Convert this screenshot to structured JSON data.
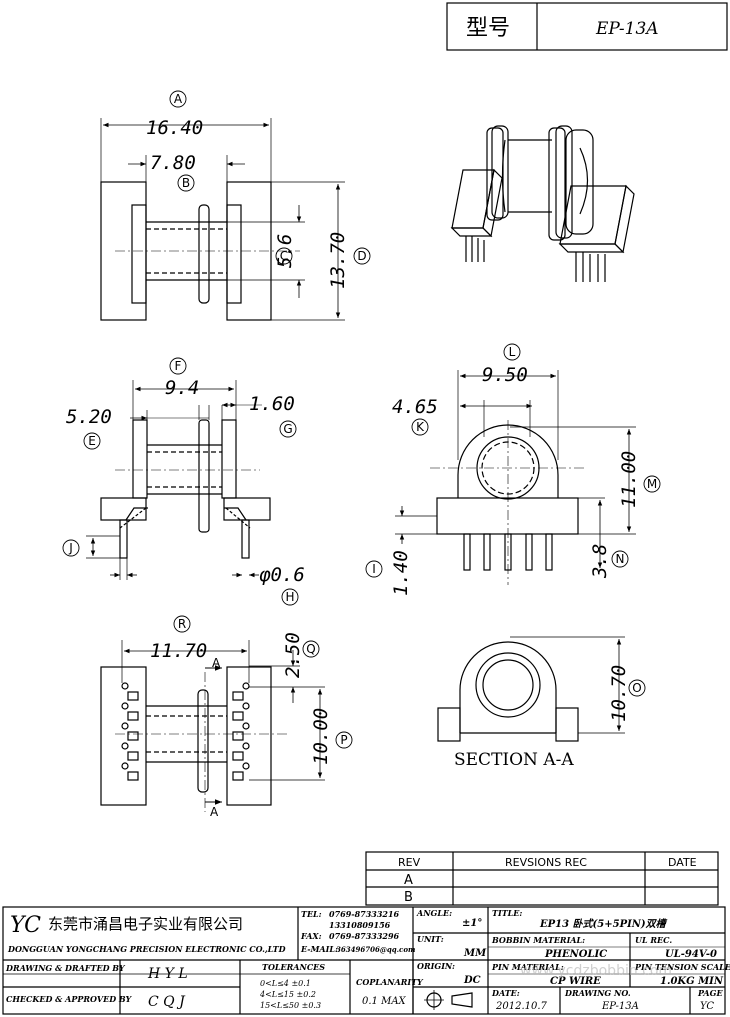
{
  "header": {
    "model_label": "型号",
    "model_value": "EP-13A"
  },
  "dimensions": {
    "A": "16.40",
    "B": "7.80",
    "C": "5.6",
    "D": "13.70",
    "E": "5.20",
    "F": "9.4",
    "G": "1.60",
    "H": "φ0.6",
    "I": "1.40",
    "J": "",
    "K": "4.65",
    "L": "9.50",
    "M": "11.00",
    "N": "3.8",
    "O": "10.70",
    "P": "10.00",
    "Q": "2.50",
    "R": "11.70"
  },
  "callouts": [
    "A",
    "B",
    "C",
    "D",
    "E",
    "F",
    "G",
    "H",
    "I",
    "J",
    "K",
    "L",
    "M",
    "N",
    "O",
    "P",
    "Q",
    "R"
  ],
  "section_label": "SECTION A-A",
  "cut_marker": "A",
  "revision": {
    "col_rev": "REV",
    "col_rec": "REVSIONS REC",
    "col_date": "DATE",
    "rows": [
      "A",
      "B"
    ]
  },
  "company": {
    "logo": "YC",
    "name_cn": "东莞市涌昌电子实业有限公司",
    "name_en": "DONGGUAN YONGCHANG PRECISION ELECTRONIC CO.,LTD",
    "tel_label": "TEL:",
    "tel": "0769-87333216",
    "tel2": "13310809156",
    "fax_label": "FAX:",
    "fax": "0769-87333296",
    "email_label": "E-MAIL:",
    "email": "363496706@qq.com"
  },
  "titleblock": {
    "angle_label": "ANGLE:",
    "angle": "±1°",
    "title_label": "TITLE:",
    "title": "EP13 卧式(5+5PIN)双槽",
    "unit_label": "UNIT:",
    "unit": "MM",
    "bobbin_label": "BOBBIN MATERIAL:",
    "bobbin": "PHENOLIC",
    "ul_label": "UL REC.",
    "ul": "UL-94V-0",
    "origin_label": "ORIGIN:",
    "origin": "DC",
    "pin_label": "PIN MATERIAL:",
    "pin": "CP WIRE",
    "tension_label": "PIN TENSION SCALE",
    "tension": "1.0KG MIN",
    "drawn_label": "DRAWING & DRAFTED BY",
    "drawn": "H Y L",
    "checked_label": "CHECKED & APPROVED BY",
    "checked": "C Q J",
    "tol_label": "TOLERANCES",
    "tol1": "0<L≤4   ±0.1",
    "tol2": "4<L≤15  ±0.2",
    "tol3": "15<L≤50  ±0.3",
    "coplan_label": "COPLANARITY",
    "coplan": "0.1 MAX",
    "date_label": "DATE:",
    "date": "2012.10.7",
    "drawing_no_label": "DRAWING NO.",
    "drawing_no": "EP-13A",
    "page_label": "PAGE",
    "page": "YC"
  },
  "watermark": "www.ycdzbobbin.com"
}
